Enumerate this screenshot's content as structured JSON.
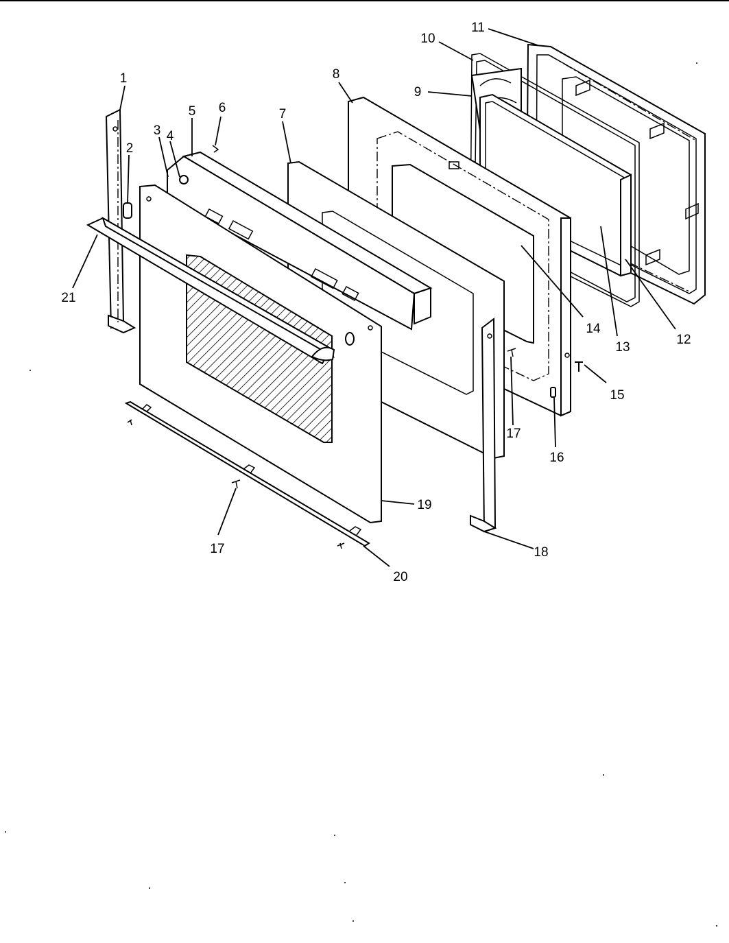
{
  "diagram": {
    "callouts": [
      {
        "id": "c1",
        "label": "1"
      },
      {
        "id": "c2",
        "label": "2"
      },
      {
        "id": "c3",
        "label": "3"
      },
      {
        "id": "c4",
        "label": "4"
      },
      {
        "id": "c5",
        "label": "5"
      },
      {
        "id": "c6",
        "label": "6"
      },
      {
        "id": "c7",
        "label": "7"
      },
      {
        "id": "c8",
        "label": "8"
      },
      {
        "id": "c9",
        "label": "9"
      },
      {
        "id": "c10",
        "label": "10"
      },
      {
        "id": "c11",
        "label": "11"
      },
      {
        "id": "c12",
        "label": "12"
      },
      {
        "id": "c13",
        "label": "13"
      },
      {
        "id": "c14",
        "label": "14"
      },
      {
        "id": "c15",
        "label": "15"
      },
      {
        "id": "c16",
        "label": "16"
      },
      {
        "id": "c17a",
        "label": "17"
      },
      {
        "id": "c17b",
        "label": "17"
      },
      {
        "id": "c18",
        "label": "18"
      },
      {
        "id": "c19",
        "label": "19"
      },
      {
        "id": "c20",
        "label": "20"
      },
      {
        "id": "c21",
        "label": "21"
      }
    ]
  }
}
